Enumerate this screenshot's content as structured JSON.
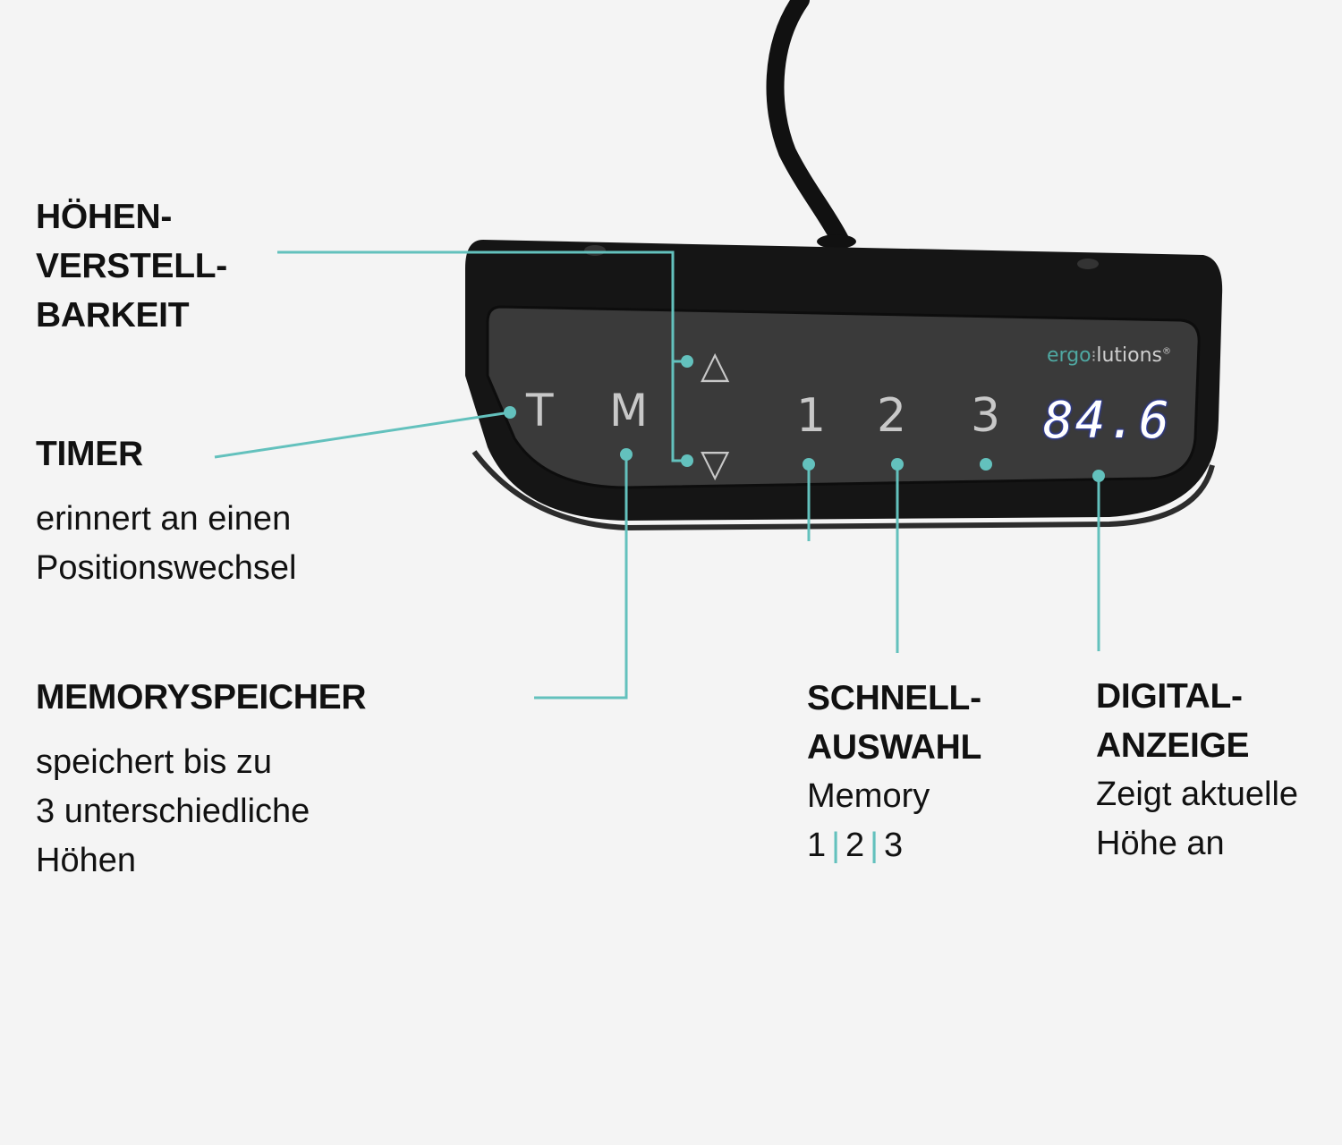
{
  "colors": {
    "background": "#f4f4f4",
    "accent": "#63c1bd",
    "device_body": "#1a1a1a",
    "device_panel": "#3b3b3b",
    "button_glyph": "#c8c8c8",
    "display_digits": "#ffffff",
    "display_glow": "#2a3fd6"
  },
  "device": {
    "brand_prefix": "ergo",
    "brand_suffix": "lutions",
    "brand_mark": "®",
    "buttons": {
      "timer": "T",
      "memory": "M",
      "up": "△",
      "down": "▽",
      "preset_1": "1",
      "preset_2": "2",
      "preset_3": "3"
    },
    "display_value": "84.6"
  },
  "labels": {
    "height_adjust": {
      "title_lines": [
        "HÖHEN-",
        "VERSTELL-",
        "BARKEIT"
      ]
    },
    "timer": {
      "title": "TIMER",
      "desc_lines": [
        "erinnert an einen",
        "Positionswechsel"
      ]
    },
    "memory": {
      "title": "MEMORYSPEICHER",
      "desc_lines": [
        "speichert bis zu",
        "3 unterschiedliche",
        "Höhen"
      ]
    },
    "quick_select": {
      "title_lines": [
        "SCHNELL-",
        "AUSWAHL"
      ],
      "desc_line": "Memory",
      "numbers": [
        "1",
        "2",
        "3"
      ],
      "separator": "|"
    },
    "display": {
      "title_lines": [
        "DIGITAL-",
        "ANZEIGE"
      ],
      "desc_lines": [
        "Zeigt aktuelle",
        "Höhe an"
      ]
    }
  }
}
